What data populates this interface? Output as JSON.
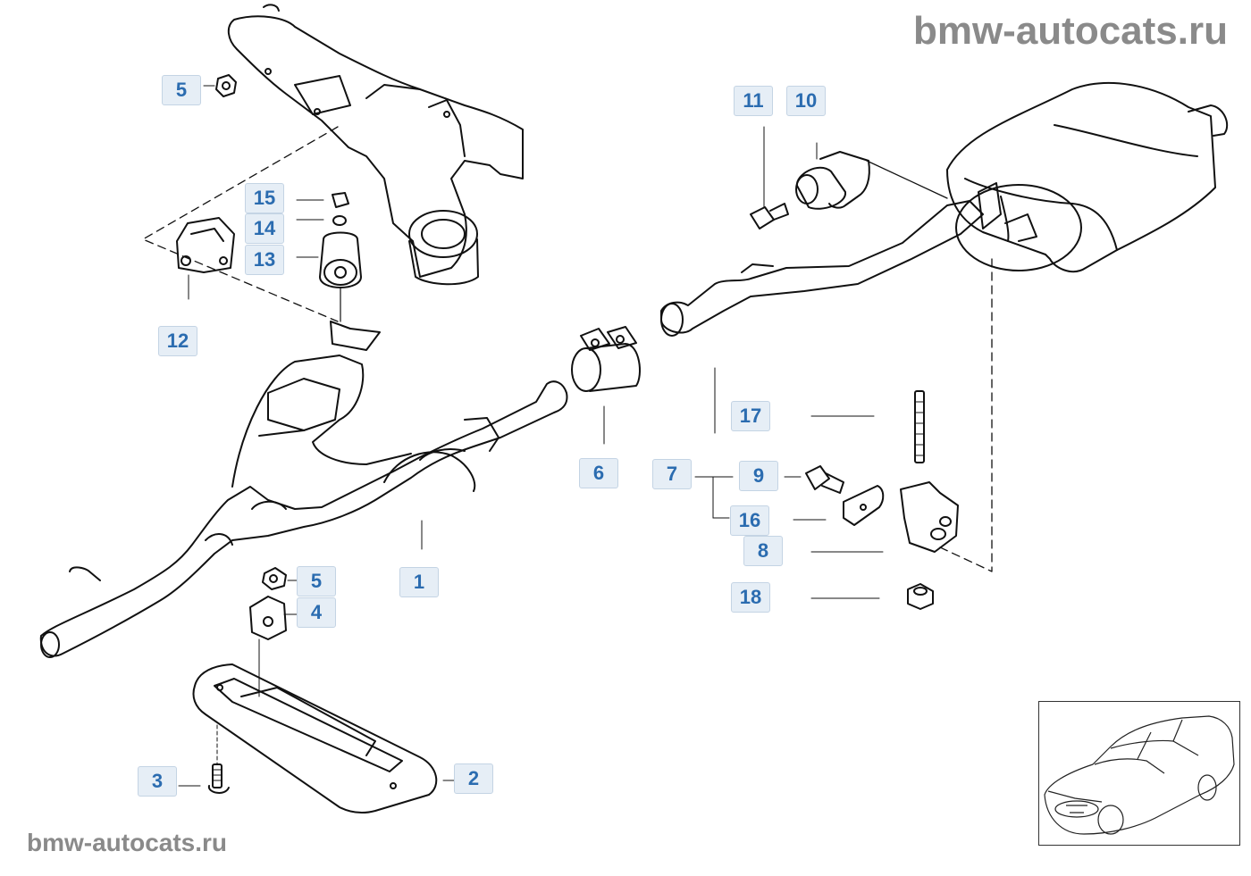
{
  "watermark": {
    "top": "bmw-autocats.ru",
    "bottom": "bmw-autocats.ru"
  },
  "callouts": [
    {
      "id": "c5a",
      "label": "5"
    },
    {
      "id": "c15",
      "label": "15"
    },
    {
      "id": "c14",
      "label": "14"
    },
    {
      "id": "c13",
      "label": "13"
    },
    {
      "id": "c12",
      "label": "12"
    },
    {
      "id": "c11",
      "label": "11"
    },
    {
      "id": "c10",
      "label": "10"
    },
    {
      "id": "c17",
      "label": "17"
    },
    {
      "id": "c6",
      "label": "6"
    },
    {
      "id": "c7",
      "label": "7"
    },
    {
      "id": "c9",
      "label": "9"
    },
    {
      "id": "c16",
      "label": "16"
    },
    {
      "id": "c8",
      "label": "8"
    },
    {
      "id": "c18",
      "label": "18"
    },
    {
      "id": "c1",
      "label": "1"
    },
    {
      "id": "c5b",
      "label": "5"
    },
    {
      "id": "c4",
      "label": "4"
    },
    {
      "id": "c3",
      "label": "3"
    },
    {
      "id": "c2",
      "label": "2"
    }
  ]
}
